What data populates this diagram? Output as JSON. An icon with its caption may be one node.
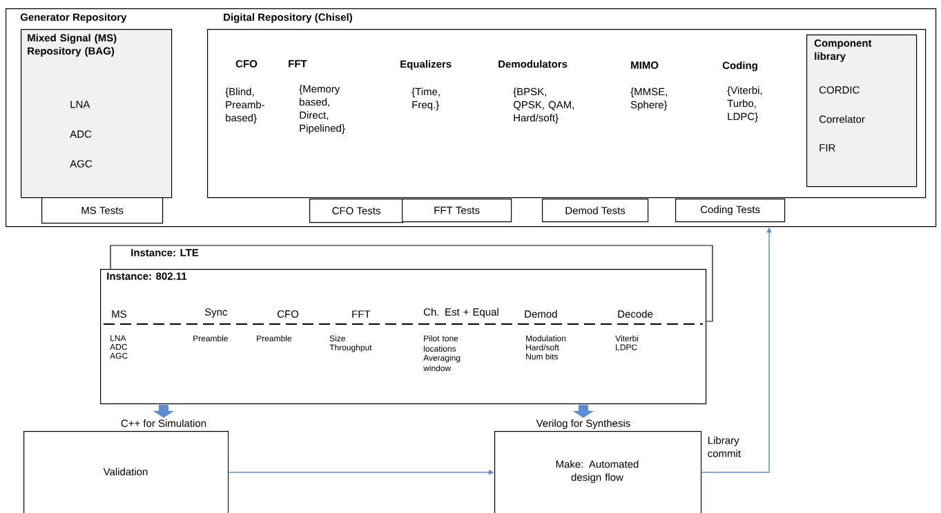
{
  "diagram": {
    "nodes": [
      {
        "text": [
          "Generator Repository"
        ]
      },
      {
        "text": [
          "Mixed Signal (MS) Repository (BAG)",
          "LNA",
          "ADC",
          "AGC"
        ],
        "in": 0
      },
      {
        "text": [
          "MS Tests"
        ],
        "in": 0
      },
      {
        "text": [
          "Digital Repository (Chisel)",
          "CFO",
          "{Blind, Preamb-based}",
          "FFT",
          "{Memory based, Direct, Pipelined}",
          "Equalizers",
          "{Time, Freq.}",
          "Demodulators",
          "{BPSK, QPSK, QAM, Hard/soft}",
          "MIMO",
          "{MMSE, Sphere}",
          "Coding",
          "{Viterbi, Turbo, LDPC}"
        ],
        "in": 0
      },
      {
        "text": [
          "Component library",
          "CORDIC",
          "Correlator",
          "FIR"
        ],
        "in": 3
      },
      {
        "text": [
          "CFO Tests"
        ],
        "in": 0
      },
      {
        "text": [
          "FFT Tests"
        ],
        "in": 0
      },
      {
        "text": [
          "Demod Tests"
        ],
        "in": 0
      },
      {
        "text": [
          "Coding Tests"
        ],
        "in": 0
      },
      {
        "text": [
          "Instance: LTE"
        ]
      },
      {
        "text": [
          "Instance: 802.11",
          "MS",
          "LNA",
          "ADC",
          "AGC",
          "Sync",
          "Preamble",
          "CFO",
          "Preamble",
          "FFT",
          "Size",
          "Throughput",
          "Ch. Est + Equal",
          "Pilot tone locations",
          "Averaging window",
          "Demod",
          "Modulation",
          "Hard/soft",
          "Num bits",
          "Decode",
          "Viterbi",
          "LDPC"
        ]
      },
      {
        "text": [
          "C++ for Simulation",
          "Validation"
        ]
      },
      {
        "text": [
          "Verilog for Synthesis",
          "Make: Automated design flow"
        ]
      }
    ],
    "edges": [
      {
        "from": 10,
        "to": 11,
        "arrow": "to",
        "style": "thick"
      },
      {
        "from": 10,
        "to": 12,
        "arrow": "to",
        "style": "thick"
      },
      {
        "from": 11,
        "to": 12,
        "arrow": "to"
      },
      {
        "from": 12,
        "to": 0,
        "arrow": "to",
        "label": "Library commit"
      }
    ]
  }
}
